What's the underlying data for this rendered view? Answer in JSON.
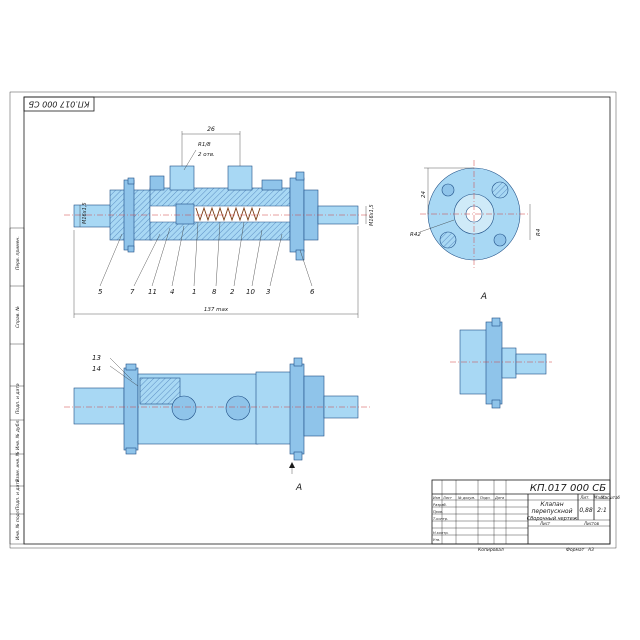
{
  "drawing_code": "КП.017 000 СБ",
  "drawing_code_rotated": "КП.017 000 СБ",
  "title_block": {
    "title_line1": "Клапан",
    "title_line2": "перепускной",
    "title_line3": "Сборочный чертеж",
    "col_izm": "Изм",
    "col_list": "Лист",
    "col_doc": "№ докум.",
    "col_sign": "Подп.",
    "col_date": "Дата",
    "row_razrab": "Разраб.",
    "row_prov": "Пров.",
    "row_tkontr": "Т.контр.",
    "row_nkontr": "Н.контр.",
    "row_utv": "Утв.",
    "lit": "Лит.",
    "mass": "Масса",
    "scale": "Масштаб",
    "mass_value": "0,88",
    "scale_value": "2:1",
    "sheet": "Лист",
    "sheets": "Листов",
    "copied": "Копировал",
    "format": "Формат",
    "format_value": "A3"
  },
  "side_labels": [
    "Перв. примен.",
    "Справ. №",
    "Подп. и дата",
    "Инв. № дубл.",
    "Взам. инв. №",
    "Подп. и дата",
    "Инв. № подл."
  ],
  "dims": {
    "d26": "26",
    "thread": "R1/8",
    "thread_count": "2 отв.",
    "overall": "137 max",
    "m16_left": "M16x1,5",
    "m16_right": "M16x1,5",
    "view_dim_a": "24",
    "view_dim_b": "R42",
    "view_dim_c": "R4"
  },
  "view_label": "A",
  "arrow_label": "A",
  "callouts": [
    "5",
    "7",
    "11",
    "4",
    "1",
    "8",
    "2",
    "10",
    "3",
    "6"
  ],
  "callouts_bottom": [
    "13",
    "14"
  ]
}
